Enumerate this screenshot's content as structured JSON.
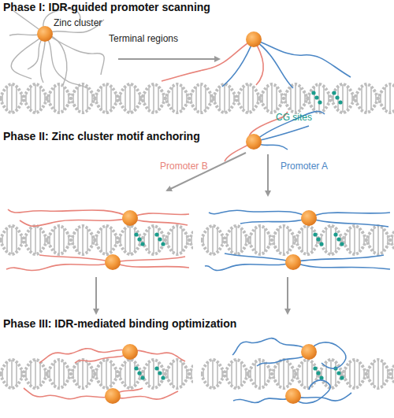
{
  "diagram": {
    "labels": [
      "Phase I: IDR-guided promoter scanning",
      "Zinc cluster",
      "Terminal regions",
      "CG sites",
      "Phase II: Zinc cluster motif anchoring",
      "Promoter B",
      "Promoter A",
      "Phase III: IDR-mediated binding optimization"
    ]
  }
}
